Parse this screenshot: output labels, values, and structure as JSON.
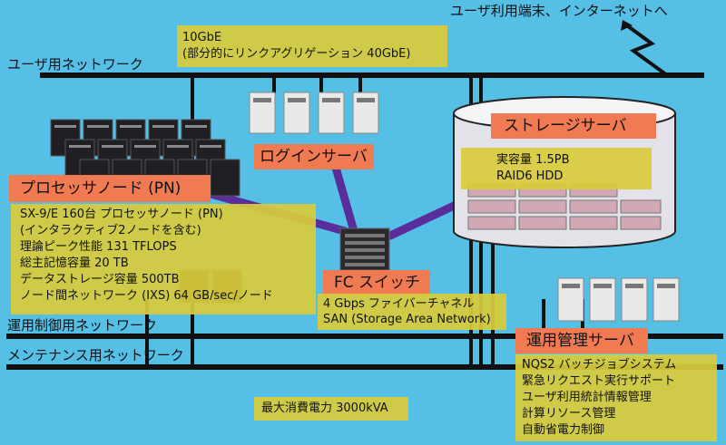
{
  "internet_label": "ユーザ利用端末、インターネットへ",
  "networks": {
    "user": "ユーザ用ネットワーク",
    "control": "運用制御用ネットワーク",
    "maintenance": "メンテナンス用ネットワーク"
  },
  "uplink_note": [
    "10GbE",
    "(部分的にリンクアグリゲーション 40GbE)"
  ],
  "login_server": {
    "title": "ログインサーバ"
  },
  "storage_server": {
    "title": "ストレージサーバ",
    "specs": [
      "実容量 1.5PB",
      "RAID6 HDD"
    ]
  },
  "processor_node": {
    "title": "プロセッサノード (PN)",
    "specs": [
      "SX-9/E 160台 プロセッサノード (PN)",
      "(インタラクティブ2ノードを含む)",
      "理論ピーク性能 131 TFLOPS",
      "総主記憶容量 20 TB",
      "データストレージ容量 500TB",
      "ノード間ネットワーク (IXS) 64 GB/sec/ノード"
    ]
  },
  "fc_switch": {
    "title": "FC スイッチ",
    "specs": [
      "4 Gbps ファイバーチャネル",
      "SAN (Storage Area Network)"
    ]
  },
  "ops_server": {
    "title": "運用管理サーバ",
    "specs": [
      "NQS2 バッチジョブシステム",
      "緊急リクエスト実行サポート",
      "ユーザ利用統計情報管理",
      "計算リソース管理",
      "自動省電力制御"
    ]
  },
  "power_note": "最大消費電力 3000kVA",
  "colors": {
    "background": "#56bfe6",
    "note_box": "#d8cb3c",
    "title_box": "#f07a52",
    "fc_link": "#5a2d9c",
    "network_line": "#111111"
  },
  "icons": [
    "server-tower-icon",
    "supercomputer-rack-icon",
    "fc-switch-icon",
    "storage-array-icon",
    "lightning-bolt-icon"
  ]
}
